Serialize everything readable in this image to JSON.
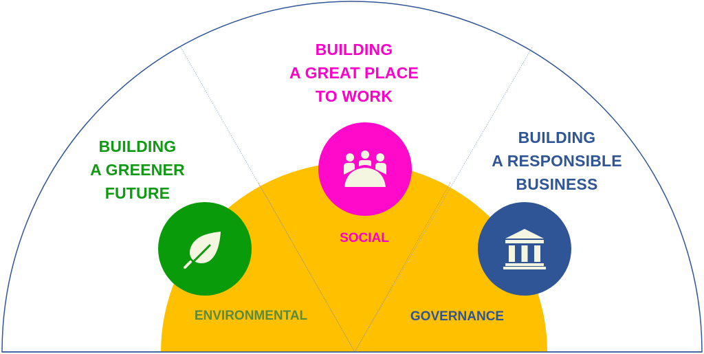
{
  "diagram": {
    "type": "semicircle-segments",
    "segments": [
      {
        "key": "environmental",
        "headline_lines": [
          "BUILDING",
          "A GREENER",
          "FUTURE"
        ],
        "headline_color": "#109A14",
        "label": "ENVIRONMENTAL",
        "label_color": "#5A8A3A",
        "icon": "leaf-icon",
        "circle_color": "#0A9B0A"
      },
      {
        "key": "social",
        "headline_lines": [
          "BUILDING",
          "A GREAT PLACE",
          "TO WORK"
        ],
        "headline_color": "#FF00C8",
        "label": "SOCIAL",
        "label_color": "#FF00C8",
        "icon": "people-meeting-icon",
        "circle_color": "#FF0ACB"
      },
      {
        "key": "governance",
        "headline_lines": [
          "BUILDING",
          "A RESPONSIBLE",
          "BUSINESS"
        ],
        "headline_color": "#2F5597",
        "label": "GOVERNANCE",
        "label_color": "#2F5597",
        "icon": "institution-building-icon",
        "circle_color": "#2F5597"
      }
    ],
    "colors": {
      "outer_arc": "#2F5597",
      "inner_semicircle": "#FFC000",
      "divider": "#8FA8D8",
      "icon_fill": "#F4F6E2"
    }
  }
}
